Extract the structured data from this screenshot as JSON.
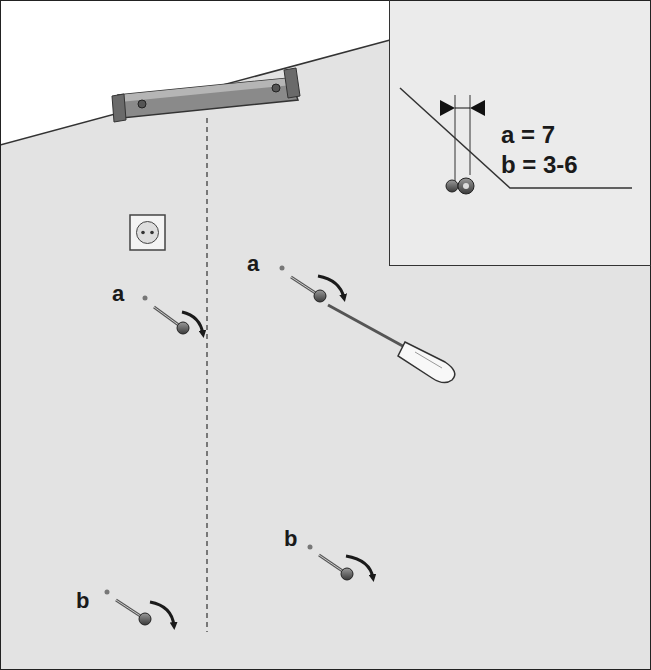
{
  "diagram": {
    "nodes": [
      {
        "text": [
          "a = 7",
          "b = 3-6"
        ]
      }
    ],
    "labels": [
      "a",
      "a",
      "b",
      "b"
    ]
  }
}
